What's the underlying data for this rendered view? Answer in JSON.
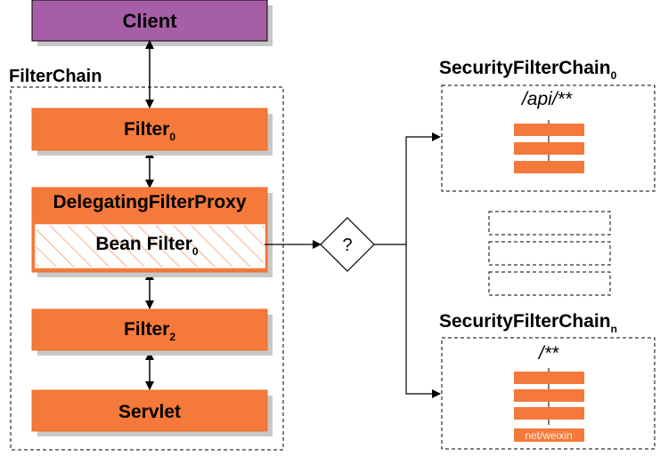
{
  "client": {
    "label": "Client"
  },
  "filter_chain": {
    "title": "FilterChain",
    "filter0": {
      "label": "Filter",
      "sub": "0"
    },
    "proxy": {
      "label": "DelegatingFilterProxy",
      "bean_label": "Bean Filter",
      "bean_sub": "0"
    },
    "filter2": {
      "label": "Filter",
      "sub": "2"
    },
    "servlet": {
      "label": "Servlet"
    }
  },
  "decision": {
    "label": "?"
  },
  "security_chain_0": {
    "title": "SecurityFilterChain",
    "sub": "0",
    "pattern": "/api/**",
    "filter_count": 3
  },
  "security_chain_n": {
    "title": "SecurityFilterChain",
    "sub": "n",
    "pattern": "/**",
    "filter_count": 3
  },
  "watermark": "net/weixin",
  "colors": {
    "client_fill": "#a65ea6",
    "filter_fill": "#f5793a",
    "filter_stroke": "#e86f2f",
    "shadow": "#c8c8c8",
    "line": "#000000"
  }
}
